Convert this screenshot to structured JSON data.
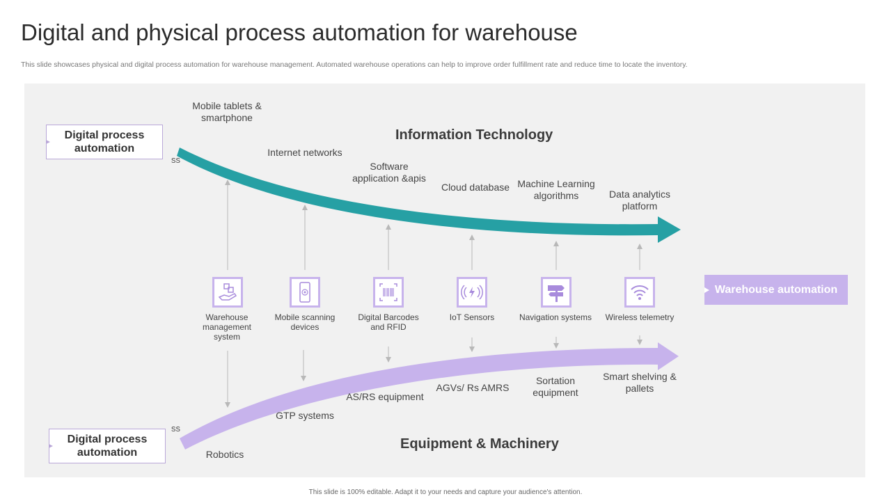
{
  "slide": {
    "title": "Digital and physical process automation for warehouse",
    "subtitle": "This slide showcases physical and digital process automation for warehouse management. Automated warehouse operations can help to improve order fulfillment rate and reduce time to locate the inventory.",
    "footer": "This slide is 100% editable. Adapt it to your needs and capture your audience's attention."
  },
  "boxes": {
    "top": "Digital process automation",
    "bottom": "Digital process automation",
    "ss_top": "ss",
    "ss_bottom": "ss"
  },
  "headings": {
    "information_technology": "Information Technology",
    "equipment_machinery": "Equipment & Machinery"
  },
  "it_labels": [
    "Mobile tablets & smartphone",
    "Internet networks",
    "Software application &apis",
    "Cloud database",
    "Machine Learning algorithms",
    "Data analytics platform"
  ],
  "center_items": [
    {
      "label": "Warehouse management system",
      "icon": "hand-boxes-icon"
    },
    {
      "label": "Mobile scanning devices",
      "icon": "mobile-fingerprint-icon"
    },
    {
      "label": "Digital Barcodes and RFID",
      "icon": "barcode-icon"
    },
    {
      "label": "IoT Sensors",
      "icon": "sensor-icon"
    },
    {
      "label": "Navigation systems",
      "icon": "signpost-icon"
    },
    {
      "label": "Wireless telemetry",
      "icon": "wifi-icon"
    }
  ],
  "em_labels": [
    "Robotics",
    "GTP systems",
    "AS/RS equipment",
    "AGVs/ Rs AMRS",
    "Sortation equipment",
    "Smart shelving & pallets"
  ],
  "warehouse_automation": "Warehouse automation",
  "colors": {
    "teal_arrow": "#26a0a4",
    "purple_arrow": "#c7b3ec",
    "icon_fill": "#c7b3ec",
    "connector": "#b8b8b8"
  }
}
